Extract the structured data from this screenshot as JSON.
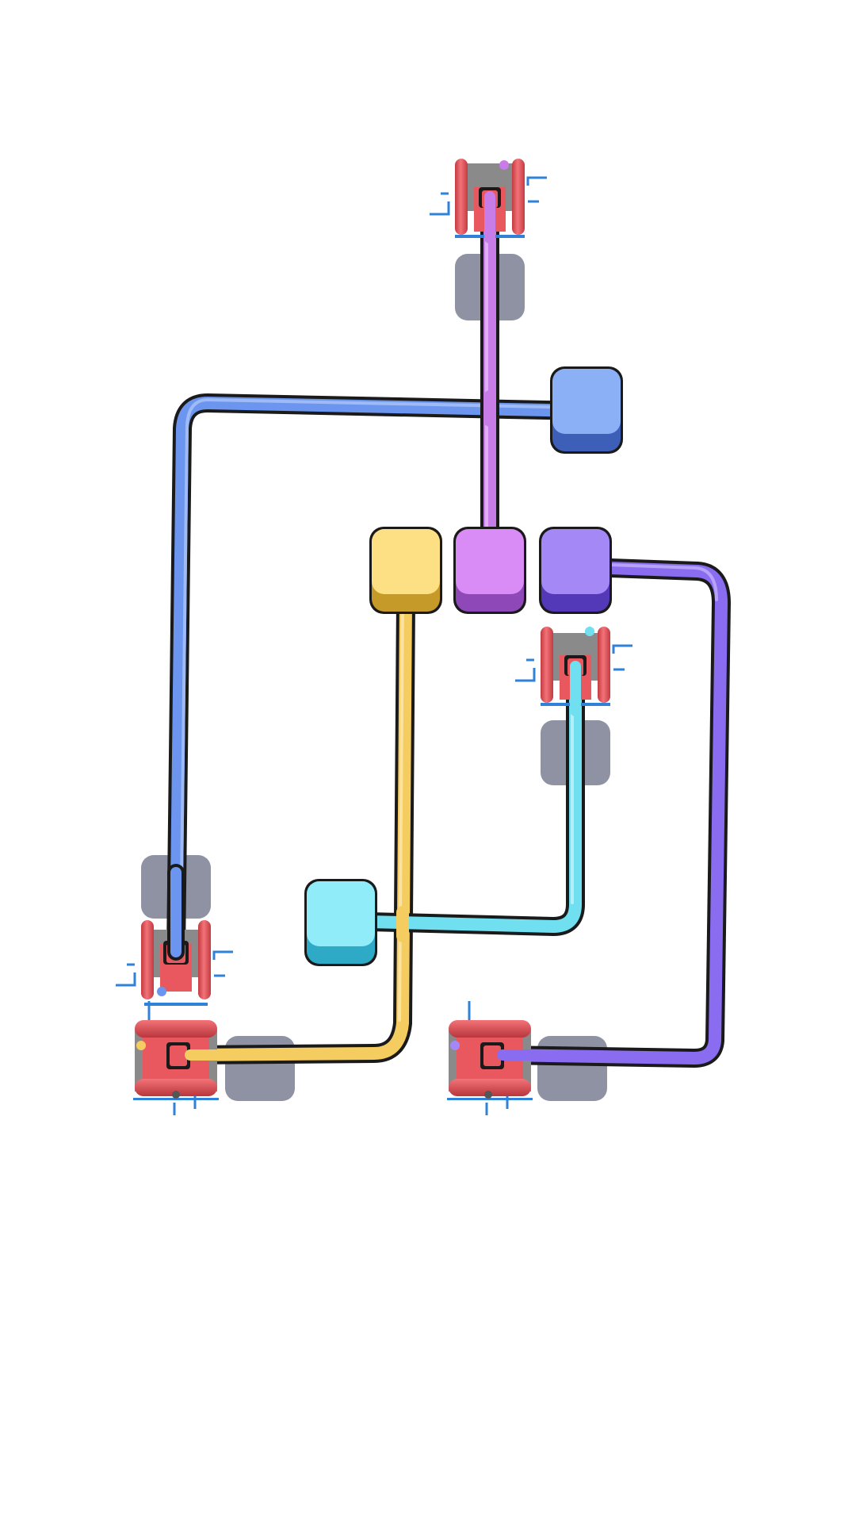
{
  "game": {
    "title": "",
    "colors": {
      "background": "#ffffff",
      "blue": "#6b95ee",
      "blue_dark": "#3d5fb8",
      "magenta": "#c77ce8",
      "magenta_dark": "#8e48b8",
      "violet": "#8a6cf0",
      "violet_dark": "#5338b8",
      "yellow": "#f5cc60",
      "yellow_dark": "#c69a28",
      "cyan": "#70dff0",
      "cyan_dark": "#2ea9c6",
      "spool_red": "#e8585e",
      "spool_dark": "#b8363c",
      "slot_grey": "#7a7f92",
      "frame_blue": "#2f82d8",
      "outline": "#1a1a1a"
    },
    "blocks": [
      {
        "id": "blue-block",
        "color": "blue"
      },
      {
        "id": "yellow-block",
        "color": "yellow"
      },
      {
        "id": "magenta-block",
        "color": "magenta"
      },
      {
        "id": "violet-block",
        "color": "violet"
      },
      {
        "id": "cyan-block",
        "color": "cyan"
      }
    ],
    "spools": [
      {
        "id": "top-spool",
        "orientation": "vertical",
        "dot_color": "magenta"
      },
      {
        "id": "right-spool",
        "orientation": "vertical",
        "dot_color": "cyan"
      },
      {
        "id": "left-spool",
        "orientation": "vertical",
        "dot_color": "blue"
      },
      {
        "id": "bottom-left-spool",
        "orientation": "horizontal",
        "dot_color": "yellow"
      },
      {
        "id": "bottom-right-spool",
        "orientation": "horizontal",
        "dot_color": "violet"
      }
    ],
    "ropes": [
      {
        "id": "magenta-rope",
        "color": "magenta"
      },
      {
        "id": "blue-rope",
        "color": "blue"
      },
      {
        "id": "violet-rope",
        "color": "violet"
      },
      {
        "id": "yellow-rope",
        "color": "yellow"
      },
      {
        "id": "cyan-rope",
        "color": "cyan"
      }
    ],
    "slots": [
      "top-slot",
      "right-slot",
      "left-slot",
      "bottom-left-slot",
      "bottom-right-slot"
    ]
  }
}
